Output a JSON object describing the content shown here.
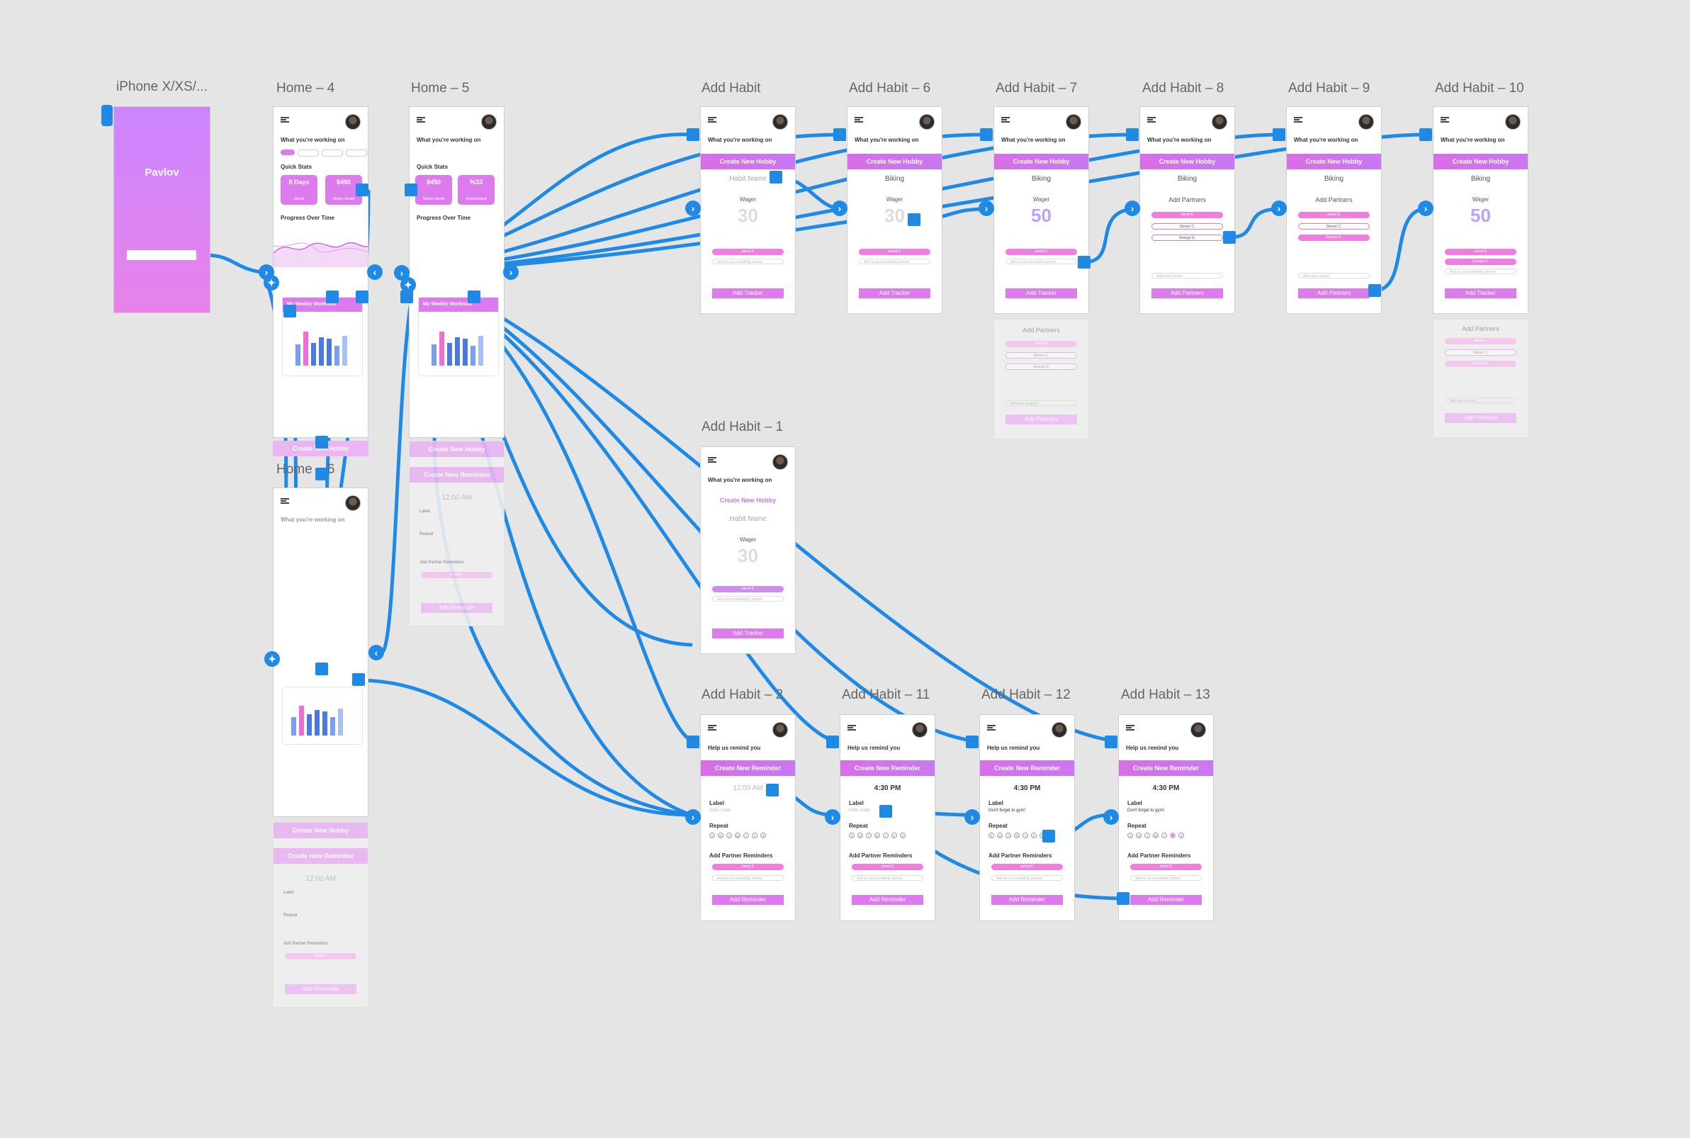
{
  "artboard_labels": {
    "iphone": "iPhone X/XS/...",
    "home4": "Home – 4",
    "home5": "Home – 5",
    "home6": "Home – 6",
    "add_habit": "Add Habit",
    "add_habit_6": "Add Habit – 6",
    "add_habit_7": "Add Habit – 7",
    "add_habit_8": "Add Habit – 8",
    "add_habit_9": "Add Habit – 9",
    "add_habit_10": "Add Habit – 10",
    "add_habit_1": "Add Habit – 1",
    "add_habit_2": "Add Habit – 2",
    "add_habit_11": "Add Habit – 11",
    "add_habit_12": "Add Habit – 12",
    "add_habit_13": "Add Habit – 13"
  },
  "splash": {
    "title": "Pavlov"
  },
  "home": {
    "working_on": "What you're working on",
    "quick_stats": "Quick Stats",
    "stats": [
      {
        "value": "8 Days",
        "caption": "Streak"
      },
      {
        "value": "$450",
        "caption": "Money Saved"
      },
      {
        "value": "%33",
        "caption": "Improvement"
      }
    ],
    "progress": "Progress Over Time",
    "weekly": "My Weekly Workouts",
    "create_hobby": "Create New Hobby",
    "create_reminder": "Create New Reminder"
  },
  "habit": {
    "working_on": "What you're working on",
    "create_hobby": "Create New Hobby",
    "habit_name": "Habit Name",
    "biking": "Biking",
    "wager": "Wager",
    "wager_default": "30",
    "wager_set": "50",
    "partner_pill": "Jamal K.",
    "partner_input": "Add an accountability partner",
    "add_tracker": "Add Tracker",
    "add_partners": "Add Partners",
    "partners": [
      "Jamal K.",
      "Steven C.",
      "George G."
    ],
    "add_new_contact": "Add new contact"
  },
  "reminder": {
    "help": "Help us remind you",
    "create_reminder": "Create New Reminder",
    "time_default": "12:00 AM",
    "time_set": "4:30 PM",
    "label": "Label",
    "label_placeholder": "Enter Habit",
    "label_value": "Don't forget to gym!",
    "repeat": "Repeat",
    "days": [
      "S",
      "M",
      "T",
      "W",
      "T",
      "F",
      "S"
    ],
    "partner_reminders": "Add Partner Reminders",
    "partner_pill": "Jamal K.",
    "partner_input": "Add an accountability partner",
    "add_reminder": "Add Reminder"
  },
  "colors": {
    "accent": "#dc7aee",
    "connector": "#1e8ae6",
    "canvas": "#e5e5e5"
  }
}
